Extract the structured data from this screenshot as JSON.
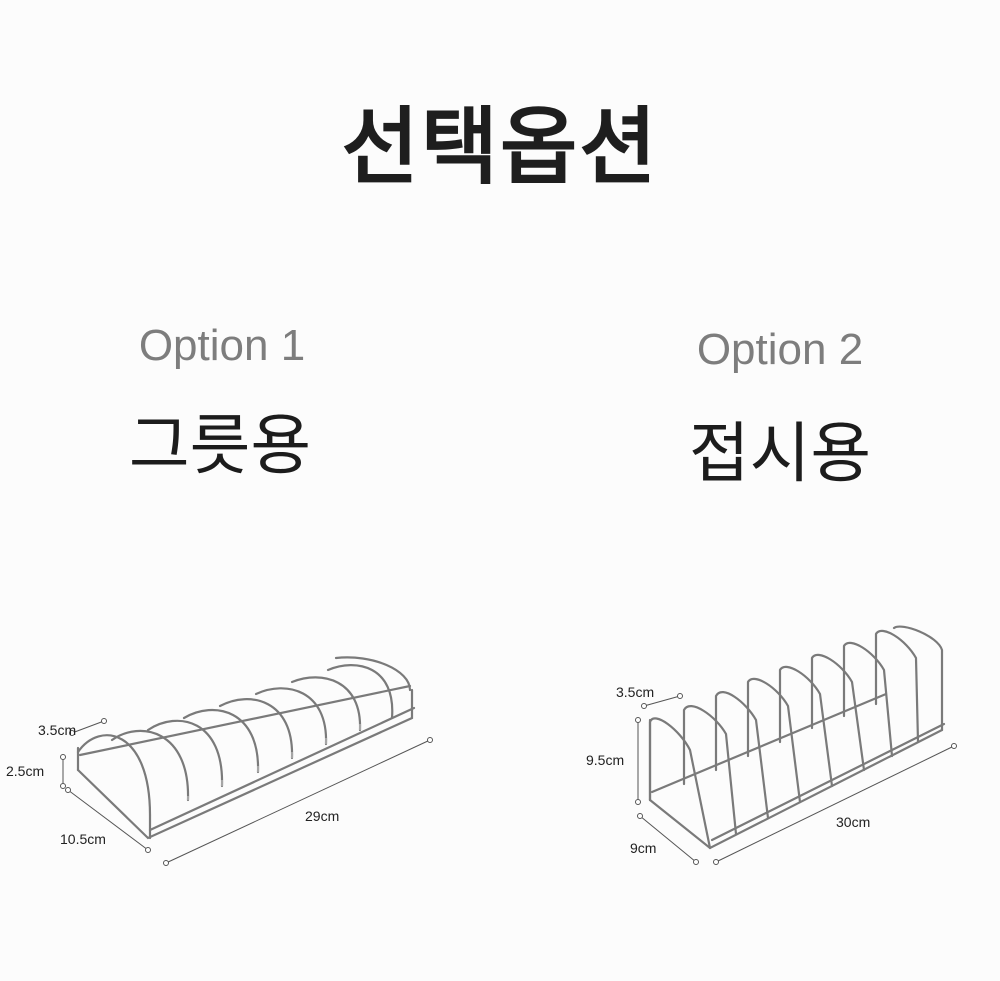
{
  "page": {
    "title": "선택옵션"
  },
  "options": [
    {
      "label": "Option 1",
      "name": "그릇용",
      "dimensions": {
        "slot": "3.5cm",
        "height": "2.5cm",
        "depth": "10.5cm",
        "length": "29cm"
      }
    },
    {
      "label": "Option 2",
      "name": "접시용",
      "dimensions": {
        "slot": "3.5cm",
        "height": "9.5cm",
        "depth": "9cm",
        "length": "30cm"
      }
    }
  ],
  "colors": {
    "title": "#1e1e1e",
    "option_label": "#7d7d7d",
    "option_name": "#1c1c1c",
    "wire": "#7a7a7a"
  }
}
